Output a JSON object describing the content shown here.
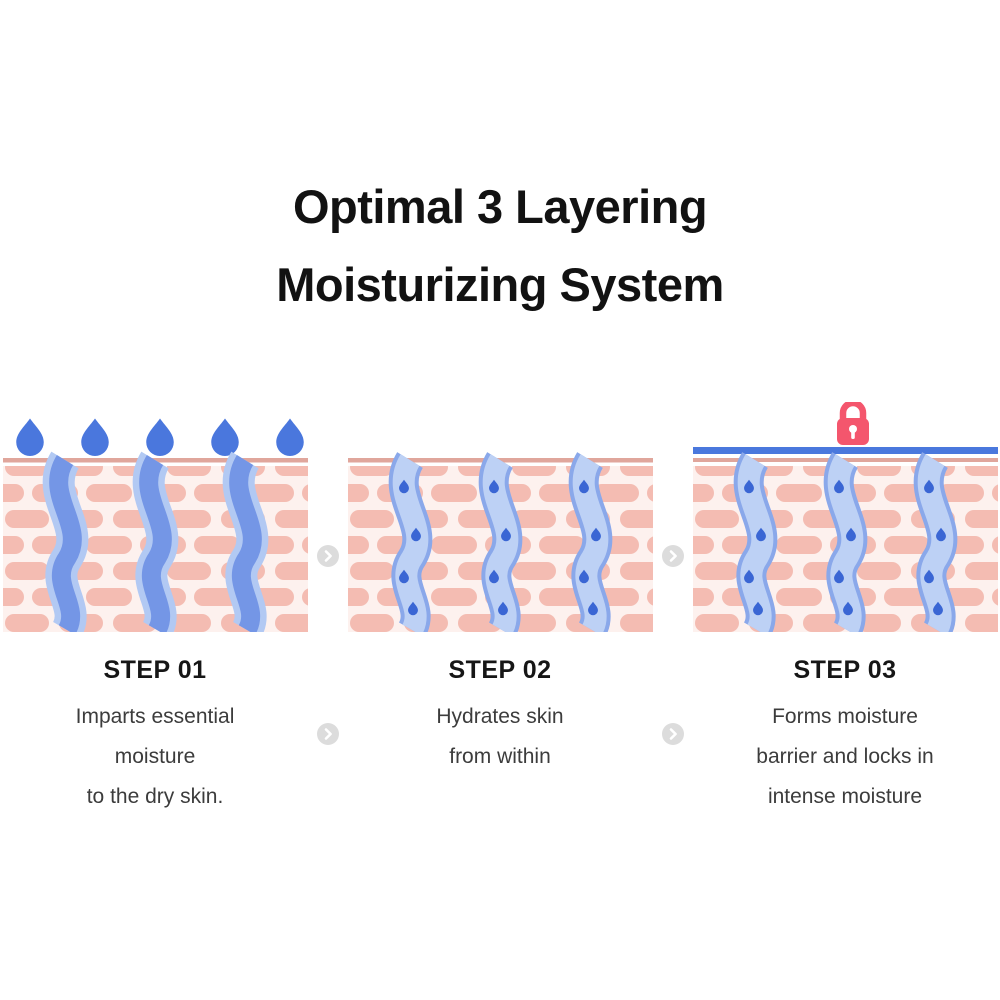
{
  "title": {
    "line1": "Optimal 3 Layering",
    "line2": "Moisturizing System"
  },
  "steps": [
    {
      "label": "STEP 01",
      "desc_lines": [
        "Imparts essential",
        "moisture",
        "to the dry skin."
      ],
      "figure": "water-droplets-absorbing-into-skin"
    },
    {
      "label": "STEP 02",
      "desc_lines": [
        "Hydrates skin",
        "from within"
      ],
      "figure": "moisture-droplets-inside-skin"
    },
    {
      "label": "STEP 03",
      "desc_lines": [
        "Forms moisture",
        "barrier and locks in",
        "intense moisture"
      ],
      "figure": "moisture-barrier-locked-skin"
    }
  ],
  "icons": {
    "between_steps": "chevron-right",
    "barrier": "padlock"
  },
  "colors": {
    "title_text": "#121212",
    "body_text": "#3c3c3c",
    "skin_cell_pink": "#f4bcb2",
    "skin_background": "#fdf1ee",
    "skin_surface_line": "#e0a69c",
    "stream_dark_blue": "#7496e6",
    "stream_light_blue": "#b2c9f3",
    "droplet_blue": "#4a77dd",
    "inner_droplet_blue": "#3a66d4",
    "barrier_bar_blue": "#4a78dd",
    "lock_pink": "#f4566d",
    "arrow_circle": "#dcdcdc",
    "arrow_glyph": "#ffffff"
  }
}
